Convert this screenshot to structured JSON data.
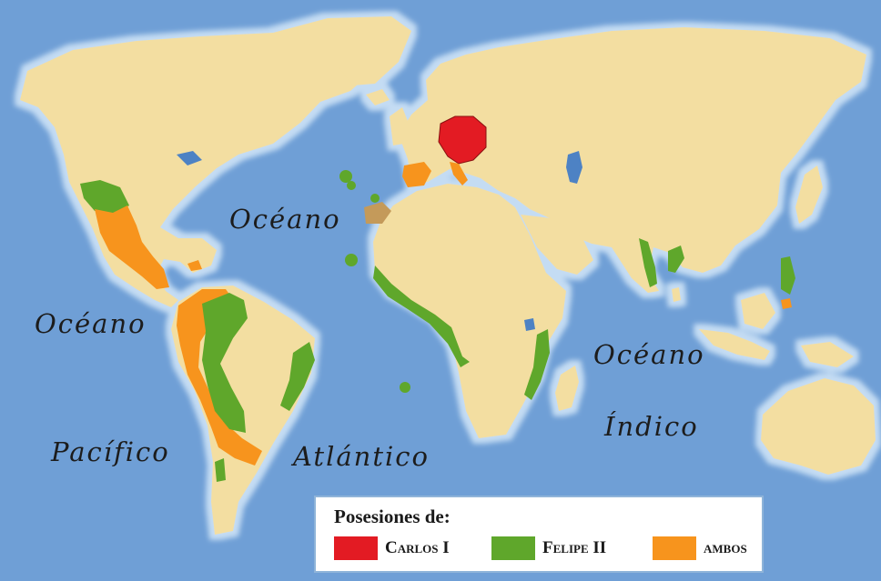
{
  "colors": {
    "ocean": "#6f9fd6",
    "land": "#f3dea1",
    "coast_glow": "#b7d2ef",
    "lake": "#4d82c4",
    "carlos": "#e31b23",
    "felipe": "#5fa72b",
    "ambos": "#f7941d",
    "contested": "#c49a5a"
  },
  "oceans": {
    "atlantic_line1": "Océano",
    "atlantic_line2": "Atlántico",
    "pacific_line1": "Océano",
    "pacific_line2": "Pacífico",
    "indian_line1": "Océano",
    "indian_line2": "Índico"
  },
  "legend": {
    "title": "Posesiones de:",
    "items": [
      {
        "label": "Carlos I",
        "color": "#e31b23"
      },
      {
        "label": "Felipe II",
        "color": "#5fa72b"
      },
      {
        "label": "ambos",
        "color": "#f7941d"
      }
    ]
  }
}
